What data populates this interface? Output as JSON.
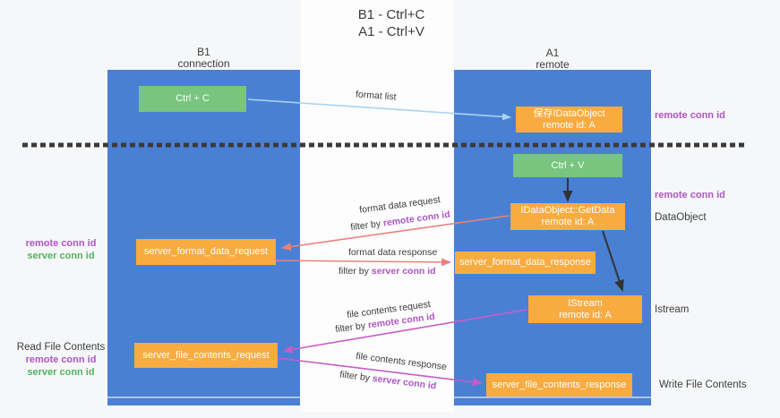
{
  "title": {
    "line1": "B1 - Ctrl+C",
    "line2": "A1 - Ctrl+V"
  },
  "lifelines": {
    "left": {
      "name": "B1",
      "role": "connection"
    },
    "right": {
      "name": "A1",
      "role": "remote"
    }
  },
  "nodes": {
    "ctrl_c": {
      "label": "Ctrl + C"
    },
    "save_dataobject": {
      "line1": "保存IDataObject",
      "line2": "remote id: A"
    },
    "ctrl_v": {
      "label": "Ctrl + V"
    },
    "getdata": {
      "line1": "IDataObject::GetData",
      "line2": "remote id: A"
    },
    "format_request": {
      "label": "server_format_data_request"
    },
    "format_response": {
      "label": "server_format_data_response"
    },
    "istream": {
      "line1": "IStream",
      "line2": "remote id: A"
    },
    "file_request": {
      "label": "server_file_contents_request"
    },
    "file_response": {
      "label": "server_file_contents_response"
    }
  },
  "flow_labels": {
    "format_list": "format list",
    "format_data_request": "format data request",
    "format_data_request_filter": {
      "prefix": "filter by ",
      "id": "remote conn id"
    },
    "format_data_response": "format data response",
    "format_data_response_filter": {
      "prefix": "filter by ",
      "id": "server conn id"
    },
    "file_contents_request": "file contents request",
    "file_contents_request_filter": {
      "prefix": "filter by ",
      "id": "remote conn id"
    },
    "file_contents_response": "file contents response",
    "file_contents_response_filter": {
      "prefix": "filter by ",
      "id": "server conn id"
    }
  },
  "annotations": {
    "right_top_conn_id": "remote conn id",
    "right_mid_conn_id": "remote conn id",
    "dataobject": "DataObject",
    "istream": "Istream",
    "write_file": "Write File Contents",
    "left_mid": {
      "remote": "remote conn id",
      "server": "server conn id"
    },
    "left_bottom": {
      "title": "Read File Contents",
      "remote": "remote conn id",
      "server": "server conn id"
    }
  },
  "colors": {
    "lifeline_blue": "#4a80d4",
    "box_green": "#77c57f",
    "box_orange": "#f8ab40",
    "arrow_light_blue": "#aad4f0",
    "arrow_red": "#e8827b",
    "arrow_magenta": "#c95bc7",
    "arrow_black": "#333333",
    "text_purple": "#ad56c4",
    "text_green": "#53b45f",
    "divider_black": "#3b3b3b"
  }
}
